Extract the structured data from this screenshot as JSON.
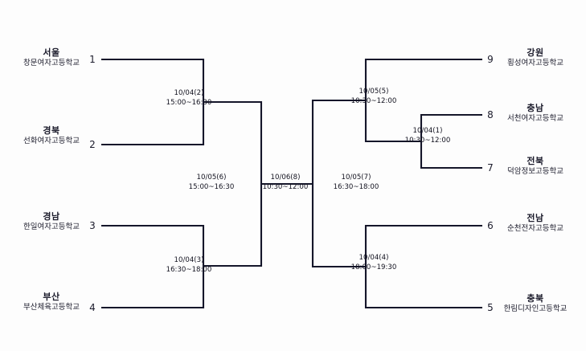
{
  "diagram": {
    "type": "single-elimination-tournament-bracket",
    "title": "",
    "participant_count": 9
  },
  "teams": {
    "left": [
      {
        "seed": "1",
        "region": "서울",
        "school": "창문여자고등학교"
      },
      {
        "seed": "2",
        "region": "경북",
        "school": "선화여자고등학교"
      },
      {
        "seed": "3",
        "region": "경남",
        "school": "한일여자고등학교"
      },
      {
        "seed": "4",
        "region": "부산",
        "school": "부산체육고등학교"
      }
    ],
    "right": [
      {
        "seed": "9",
        "region": "강원",
        "school": "횡성여자고등학교"
      },
      {
        "seed": "8",
        "region": "충남",
        "school": "서천여자고등학교"
      },
      {
        "seed": "7",
        "region": "전북",
        "school": "덕암정보고등학교"
      },
      {
        "seed": "6",
        "region": "전남",
        "school": "순천전자고등학교"
      },
      {
        "seed": "5",
        "region": "충북",
        "school": "한림디자인고등학교"
      }
    ]
  },
  "matches": [
    {
      "id": "m2",
      "date": "10/04(2)",
      "time": "15:00~16:30"
    },
    {
      "id": "m3",
      "date": "10/04(3)",
      "time": "16:30~18:00"
    },
    {
      "id": "m6",
      "date": "10/05(6)",
      "time": "15:00~16:30"
    },
    {
      "id": "m8",
      "date": "10/06(8)",
      "time": "10:30~12:00"
    },
    {
      "id": "m7",
      "date": "10/05(7)",
      "time": "16:30~18:00"
    },
    {
      "id": "m5",
      "date": "10/05(5)",
      "time": "10:30~12:00"
    },
    {
      "id": "m1",
      "date": "10/04(1)",
      "time": "10:30~12:00"
    },
    {
      "id": "m4",
      "date": "10/04(4)",
      "time": "18:00~19:30"
    }
  ],
  "colors": {
    "line": "#15162a",
    "text": "#1b1b2b",
    "background": "#fdfdfd"
  }
}
